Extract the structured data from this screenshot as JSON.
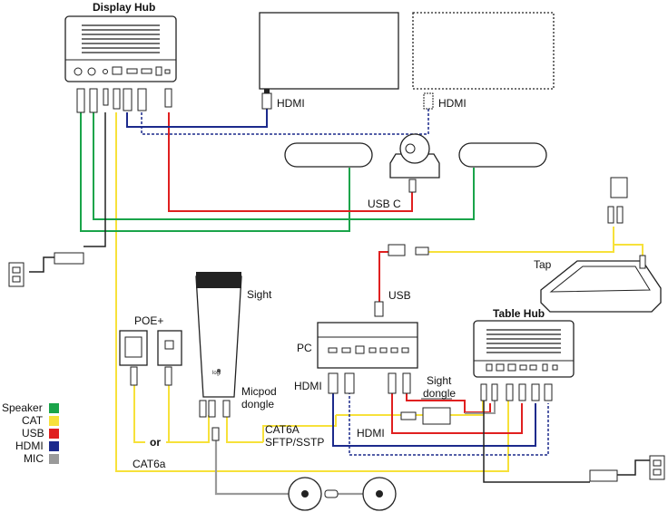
{
  "labels": {
    "display_hub": "Display Hub",
    "hdmi_1": "HDMI",
    "hdmi_2": "HDMI",
    "usb_c": "USB C",
    "tap": "Tap",
    "usb": "USB",
    "sight": "Sight",
    "poe": "POE+",
    "pc": "PC",
    "table_hub": "Table Hub",
    "hdmi_pc": "HDMI",
    "sight_dongle": "Sight\ndongle",
    "micpod_dongle": "Micpod\ndongle",
    "cat6a_sftp": "CAT6A\nSFTP/SSTP",
    "hdmi_bottom": "HDMI",
    "or": "or",
    "cat6a": "CAT6a",
    "logi": "logi"
  },
  "legend": [
    {
      "label": "Speaker",
      "color": "#1aa44a"
    },
    {
      "label": "CAT",
      "color": "#f7e13a"
    },
    {
      "label": "USB",
      "color": "#e02020"
    },
    {
      "label": "HDMI",
      "color": "#1c2a8c"
    },
    {
      "label": "MIC",
      "color": "#9a9a9a"
    }
  ]
}
